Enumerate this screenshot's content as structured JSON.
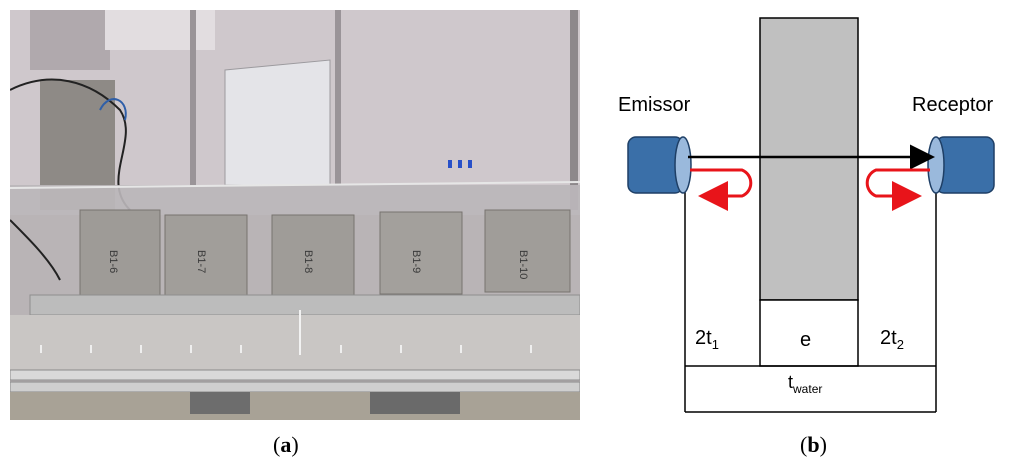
{
  "panel_a": {
    "caption_open": "(",
    "caption_letter": "a",
    "caption_close": ")",
    "block_labels": [
      "B1-6",
      "B1-7",
      "B1-8",
      "B1-9",
      "B1-10"
    ]
  },
  "panel_b": {
    "caption_open": "(",
    "caption_letter": "b",
    "caption_close": ")",
    "emitter_label": "Emissor",
    "receptor_label": "Receptor",
    "left_gap": {
      "base": "2t",
      "sub": "1"
    },
    "thickness_label": "e",
    "right_gap": {
      "base": "2t",
      "sub": "2"
    },
    "total": {
      "base": "t",
      "sub": "water"
    }
  },
  "colors": {
    "transducer": "#3a6fa8",
    "transducer_face": "#9ab9dc",
    "sample": "#c0c0c0",
    "echo_arrow": "#e8141a",
    "beam": "#000000"
  }
}
